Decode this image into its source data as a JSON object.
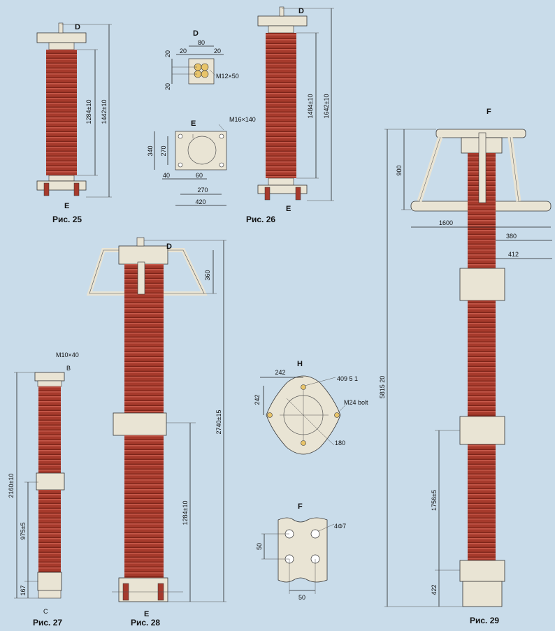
{
  "colors": {
    "background": "#c9dcea",
    "porcelain": "#a63a2c",
    "porcelain_light": "#c6594a",
    "fitting": "#e9e4d4",
    "line": "#222222"
  },
  "fig25": {
    "caption": "Рис. 25",
    "dim_total": "1442±10",
    "dim_body": "1284±10",
    "label_d": "D",
    "label_e": "E"
  },
  "fig26": {
    "caption": "Рис. 26",
    "dim_total": "1642±10",
    "dim_body": "1484±10",
    "label_d": "D",
    "label_e": "E"
  },
  "detail_d": {
    "title": "D",
    "w_total": "80",
    "w_left": "20",
    "w_right": "20",
    "h_top": "20",
    "h_bottom": "20",
    "bolt": "M12×50"
  },
  "detail_e": {
    "title": "E",
    "h_outer": "340",
    "h_inner": "270",
    "w_side": "40",
    "w_mid": "60",
    "w_inner": "270",
    "w_outer": "420",
    "bolt": "M16×140"
  },
  "fig27": {
    "caption": "Рис. 27",
    "bolt": "M10×40",
    "label_b": "B",
    "label_c": "C",
    "dim_total": "2160±10",
    "dim_mid": "975±5",
    "dim_bottom": "167"
  },
  "fig28": {
    "caption": "Рис. 28",
    "label_d": "D",
    "label_e": "E",
    "dim_ring": "360",
    "dim_total": "2740±15",
    "dim_body": "1284±10"
  },
  "detail_h": {
    "title": "H",
    "w": "242",
    "h": "242",
    "pcd": "409 5 1",
    "bolt": "M24 bolt",
    "hole": "180"
  },
  "detail_f": {
    "title": "F",
    "h": "50",
    "w": "50",
    "holes": "4Φ7"
  },
  "fig29": {
    "caption": "Рис. 29",
    "label_f": "F",
    "dim_ring_h": "900",
    "dim_ring_d": "1600",
    "dim_d1": "380",
    "dim_d2": "412",
    "dim_total": "5815 20",
    "dim_mid": "1756±5",
    "dim_bottom": "422"
  }
}
